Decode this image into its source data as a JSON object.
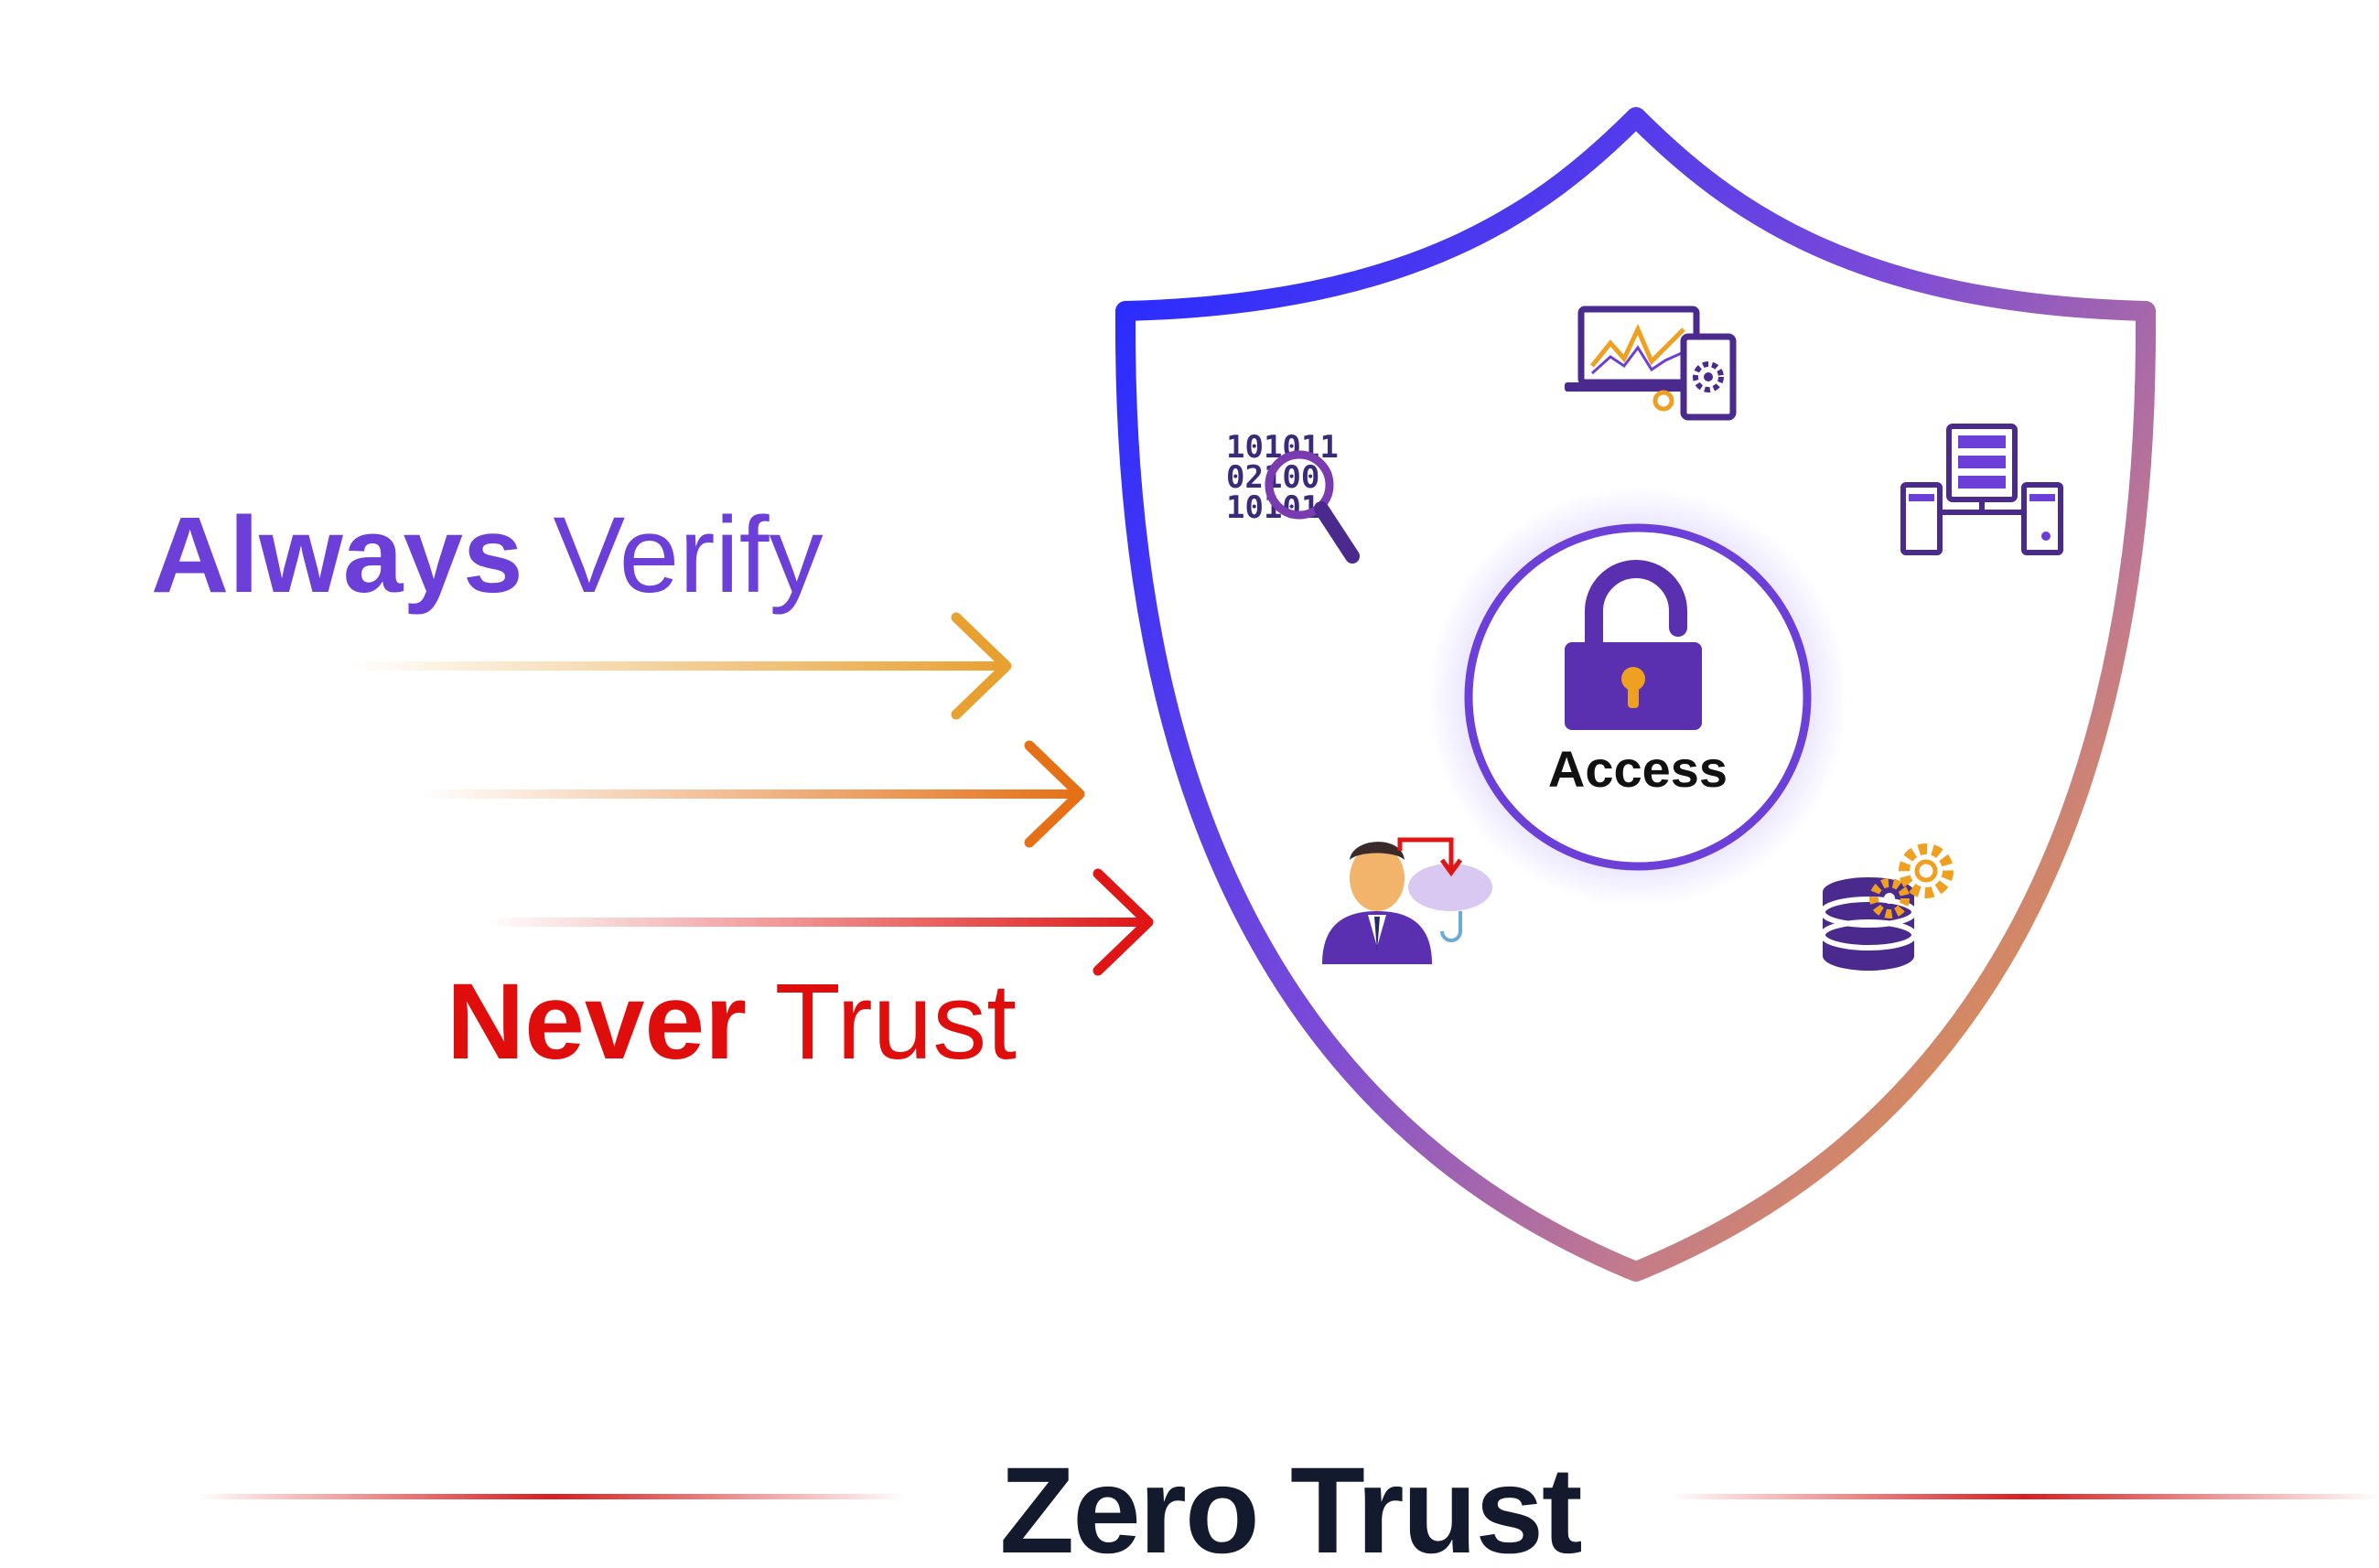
{
  "headline_top": {
    "bold": "Always",
    "regular": "Verify"
  },
  "headline_bottom": {
    "bold": "Never",
    "regular": "Trust"
  },
  "center": {
    "label": "Access",
    "icon": "open-padlock-icon"
  },
  "title": "Zero Trust",
  "shield_icons": [
    {
      "name": "binary-search-icon",
      "digits": [
        "101011",
        "02100",
        "10101"
      ]
    },
    {
      "name": "analytics-devices-icon"
    },
    {
      "name": "server-network-icon"
    },
    {
      "name": "user-cloud-transfer-icon"
    },
    {
      "name": "database-gears-icon"
    }
  ],
  "colors": {
    "violet": "#6b3fd8",
    "red": "#e00d0d",
    "orange": "#e8a030",
    "deep_orange": "#e57015",
    "shield_blue": "#2a2cff",
    "shield_purple": "#7a4ad8",
    "shield_orange": "#f0a020",
    "icon_purple": "#4a2a8c",
    "title_dark": "#141a2e"
  }
}
